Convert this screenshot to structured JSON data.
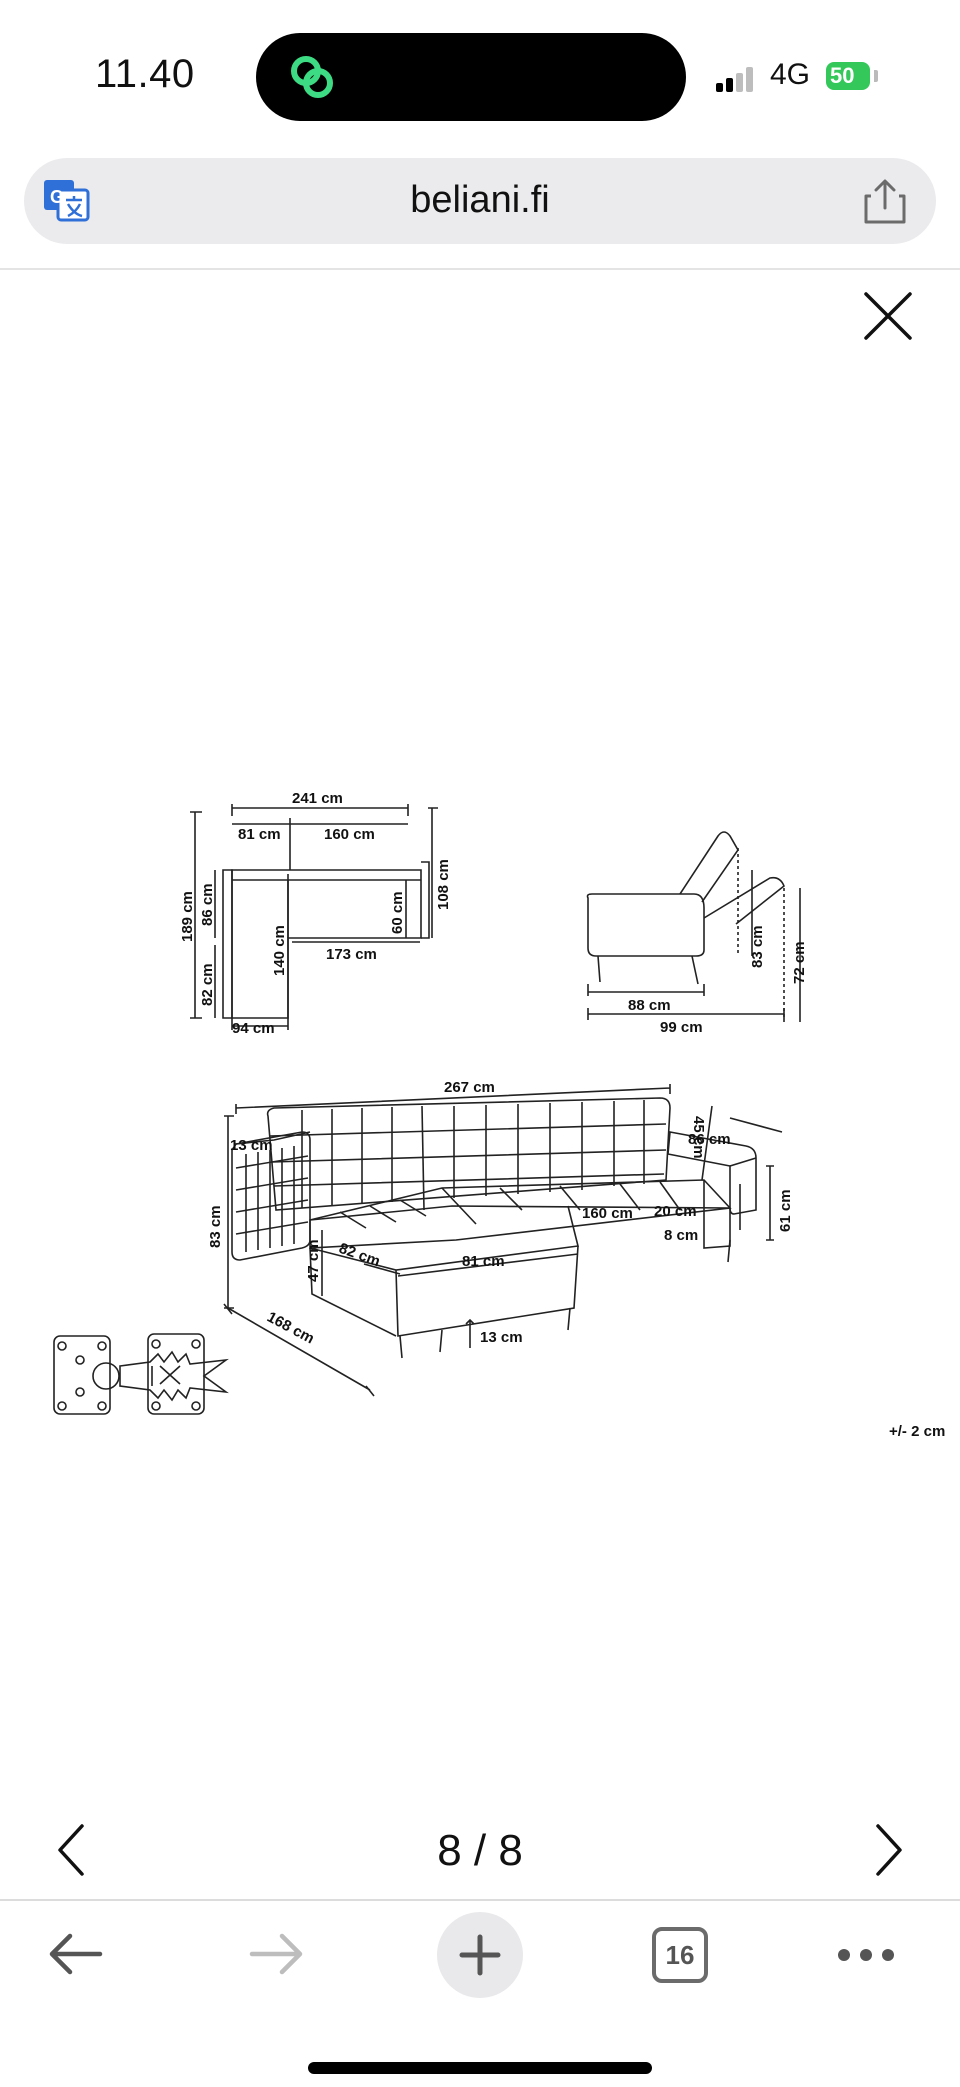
{
  "status_bar": {
    "time": "11.40",
    "network": "4G",
    "battery": "50"
  },
  "address_bar": {
    "domain": "beliani.fi"
  },
  "image_labels": {
    "plan_241": "241 cm",
    "plan_81": "81 cm",
    "plan_160": "160 cm",
    "plan_189": "189 cm",
    "plan_86": "86 cm",
    "plan_82": "82 cm",
    "plan_140": "140 cm",
    "plan_60": "60 cm",
    "plan_108": "108 cm",
    "plan_173": "173 cm",
    "plan_94": "94 cm",
    "side_88": "88 cm",
    "side_99": "99 cm",
    "side_83": "83 cm",
    "side_72": "72 cm",
    "iso_267": "267 cm",
    "iso_13a": "13 cm",
    "iso_45": "45 cm",
    "iso_86": "86 cm",
    "iso_83": "83 cm",
    "iso_47": "47 cm",
    "iso_82": "82 cm",
    "iso_81": "81 cm",
    "iso_160": "160 cm",
    "iso_20": "20 cm",
    "iso_8": "8 cm",
    "iso_61": "61 cm",
    "iso_168": "168 cm",
    "iso_13b": "13 cm",
    "tolerance": "+/- 2 cm"
  },
  "pager": {
    "current": "8",
    "total": "8",
    "separator": "/",
    "text": "8 / 8"
  },
  "toolbar": {
    "tabs_count": "16"
  },
  "colors": {
    "accent_green": "#34c759",
    "translate_blue": "#2f6fd8",
    "island_icon": "#3ddc84"
  },
  "icons": {
    "translate": "translate-icon",
    "share": "share-icon",
    "close": "close-icon",
    "prev": "chevron-left-icon",
    "next": "chevron-right-icon",
    "back": "arrow-left-icon",
    "forward": "arrow-right-icon",
    "new_tab": "plus-icon",
    "more": "ellipsis-icon"
  }
}
